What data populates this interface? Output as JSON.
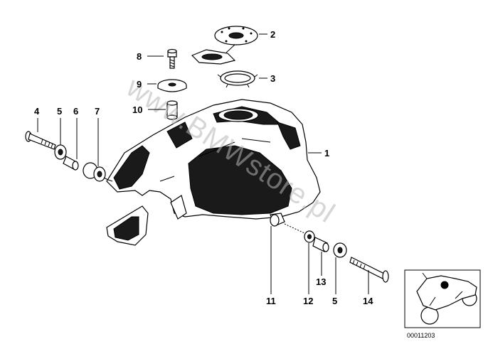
{
  "diagram": {
    "callouts": [
      {
        "id": "1",
        "label": "1"
      },
      {
        "id": "2",
        "label": "2"
      },
      {
        "id": "3",
        "label": "3"
      },
      {
        "id": "4",
        "label": "4"
      },
      {
        "id": "5a",
        "label": "5"
      },
      {
        "id": "6",
        "label": "6"
      },
      {
        "id": "7",
        "label": "7"
      },
      {
        "id": "8",
        "label": "8"
      },
      {
        "id": "9",
        "label": "9"
      },
      {
        "id": "10",
        "label": "10"
      },
      {
        "id": "11",
        "label": "11"
      },
      {
        "id": "12",
        "label": "12"
      },
      {
        "id": "13",
        "label": "13"
      },
      {
        "id": "5b",
        "label": "5"
      },
      {
        "id": "14",
        "label": "14"
      }
    ],
    "watermark": "www.BMWstore.pl",
    "reference_number": "00011203"
  }
}
